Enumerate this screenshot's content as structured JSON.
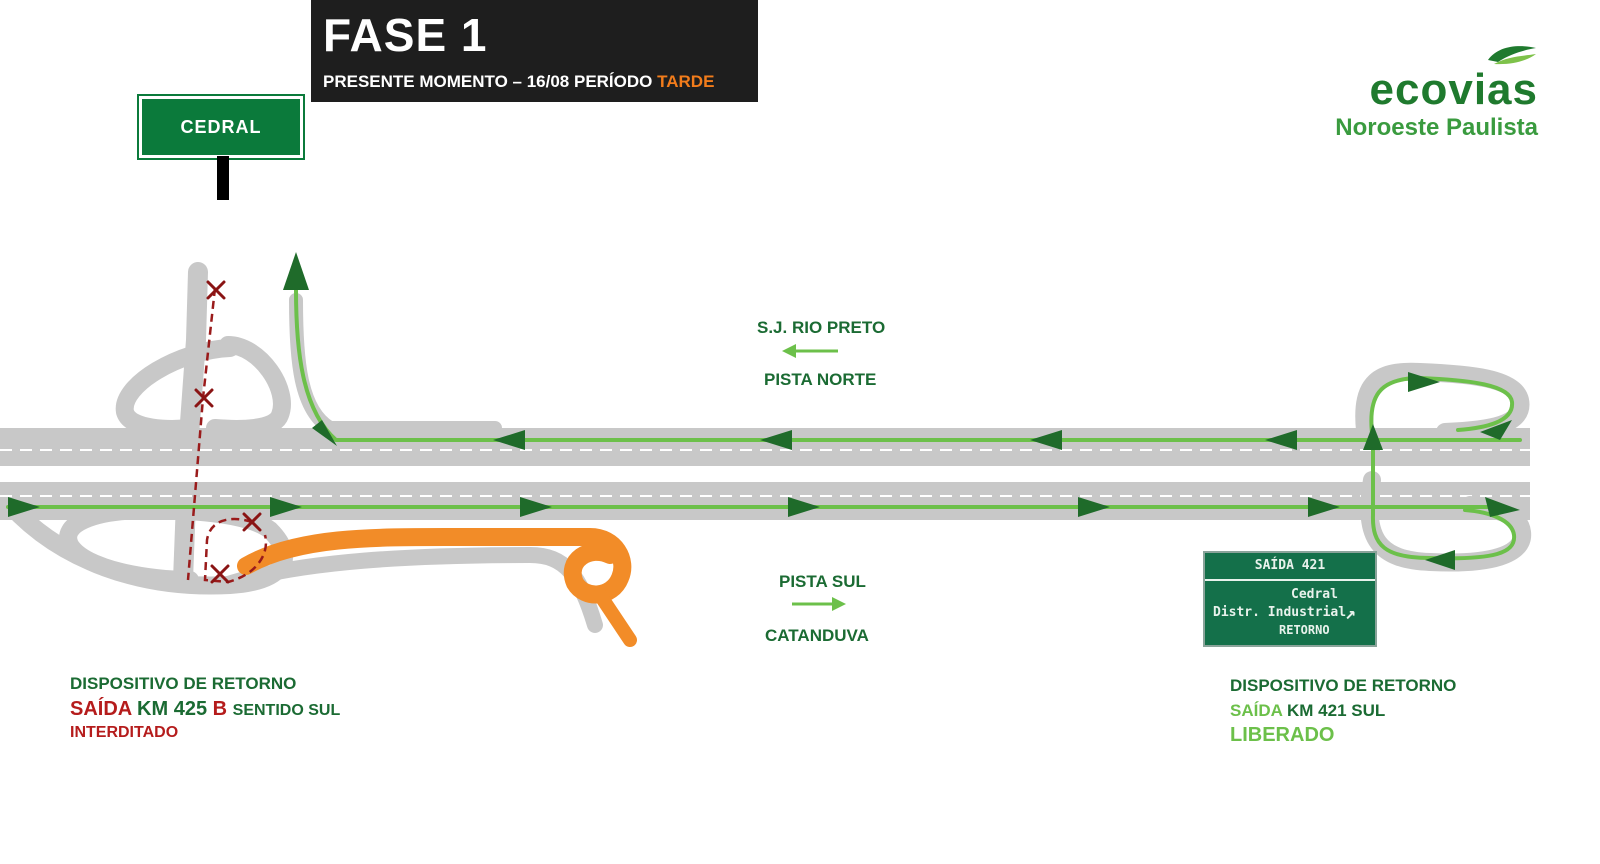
{
  "header": {
    "phase": "FASE 1",
    "subtitle_prefix": "PRESENTE MOMENTO – 16/08 PERÍODO",
    "subtitle_accent": "TARDE"
  },
  "brand": {
    "name": "ecovias",
    "region": "Noroeste Paulista"
  },
  "city_sign": {
    "label": "CEDRAL"
  },
  "directions": {
    "north_city": "S.J. RIO PRETO",
    "north_name": "PISTA NORTE",
    "south_name": "PISTA SUL",
    "south_city": "CATANDUVA"
  },
  "left_device": {
    "title": "DISPOSITIVO DE RETORNO",
    "exit_word": "SAÍDA",
    "km": "KM 425",
    "km_suffix": "B",
    "direction": "SENTIDO SUL",
    "status": "INTERDITADO"
  },
  "right_device": {
    "title": "DISPOSITIVO DE RETORNO",
    "exit_word": "SAÍDA",
    "km": "KM 421 SUL",
    "status": "LIBERADO"
  },
  "exit_sign": {
    "header": "SAÍDA 421",
    "line1": "Cedral",
    "line2": "Distr. Industrial",
    "line3": "RETORNO",
    "arrow": "↗"
  },
  "colors": {
    "road": "#c8c8c8",
    "route_open": "#6cc04a",
    "arrow": "#1f6b2a",
    "closed": "#9a1b1b",
    "detour": "#f28c28",
    "sign_green": "#0b7a3b"
  }
}
